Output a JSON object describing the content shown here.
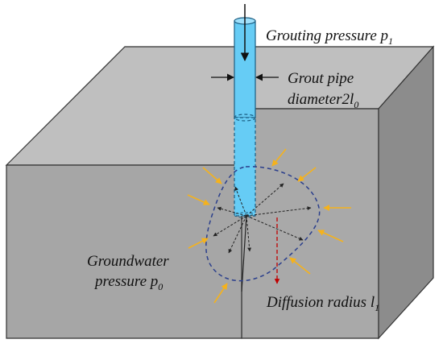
{
  "labels": {
    "grouting_pressure": {
      "text": "Grouting pressure ",
      "symbol": "p",
      "sub": "1"
    },
    "pipe_line1": "Grout pipe",
    "pipe_line2": {
      "text": "diameter2",
      "symbol": "l",
      "sub": "0"
    },
    "groundwater_line1": "Groundwater",
    "groundwater_line2": {
      "text": "pressure ",
      "symbol": "p",
      "sub": "0"
    },
    "diffusion": {
      "text": "Diffusion radius ",
      "symbol": "l",
      "sub": "1"
    }
  },
  "colors": {
    "block_top": "#bfbfbf",
    "block_front": "#a6a6a6",
    "block_right": "#8c8c8c",
    "block_inner": "#a9a9a9",
    "pipe": "#66ccf5",
    "pipe_edge": "#1a5d82",
    "arrow_orange": "#f5b21c",
    "arrow_red": "#c00000",
    "diffusion_outline": "#2b3f8c"
  }
}
